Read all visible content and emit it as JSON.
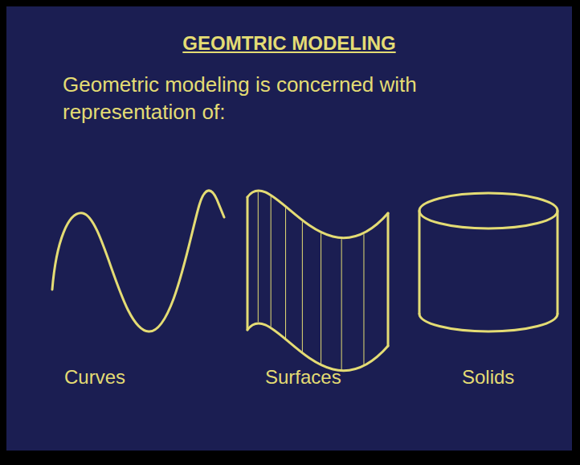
{
  "diagram": {
    "title": "GEOMTRIC MODELING",
    "labels": [
      "Geometric modeling is concerned with representation of:",
      "Curves",
      "Surfaces",
      "Solids"
    ]
  }
}
